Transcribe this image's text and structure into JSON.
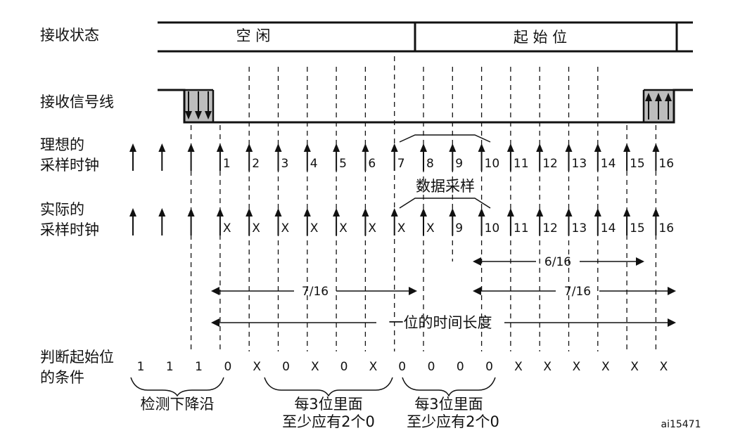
{
  "row_labels": {
    "receive_state": "接收状态",
    "rx_line": "接收信号线",
    "ideal_1": "理想的",
    "ideal_2": "采样时钟",
    "actual_1": "实际的",
    "actual_2": "采样时钟",
    "cond_1": "判断起始位",
    "cond_2": "的条件"
  },
  "states": [
    "空 闲",
    "起 始 位"
  ],
  "ideal_clock_labels": [
    "1",
    "2",
    "3",
    "4",
    "5",
    "6",
    "7",
    "8",
    "9",
    "10",
    "11",
    "12",
    "13",
    "14",
    "15",
    "16"
  ],
  "actual_clock_labels": [
    "X",
    "X",
    "X",
    "X",
    "X",
    "X",
    "X",
    "X",
    "9",
    "10",
    "11",
    "12",
    "13",
    "14",
    "15",
    "16"
  ],
  "data_sampling_label": "数据采样",
  "intervals": {
    "six_sixteenths": "6/16",
    "seven_sixteenths_left": "7/16",
    "seven_sixteenths_right": "7/16",
    "bit_time": "一位的时间长度"
  },
  "condition_values": [
    "1",
    "1",
    "1",
    "0",
    "X",
    "0",
    "X",
    "0",
    "X",
    "0",
    "0",
    "0",
    "0",
    "X",
    "X",
    "X",
    "X",
    "X",
    "X"
  ],
  "brackets": {
    "falling_edge": "检测下降沿",
    "group1_line1": "每3位里面",
    "group1_line2": "至少应有2个0",
    "group2_line1": "每3位里面",
    "group2_line2": "至少应有2个0"
  },
  "figure_id": "ai15471"
}
